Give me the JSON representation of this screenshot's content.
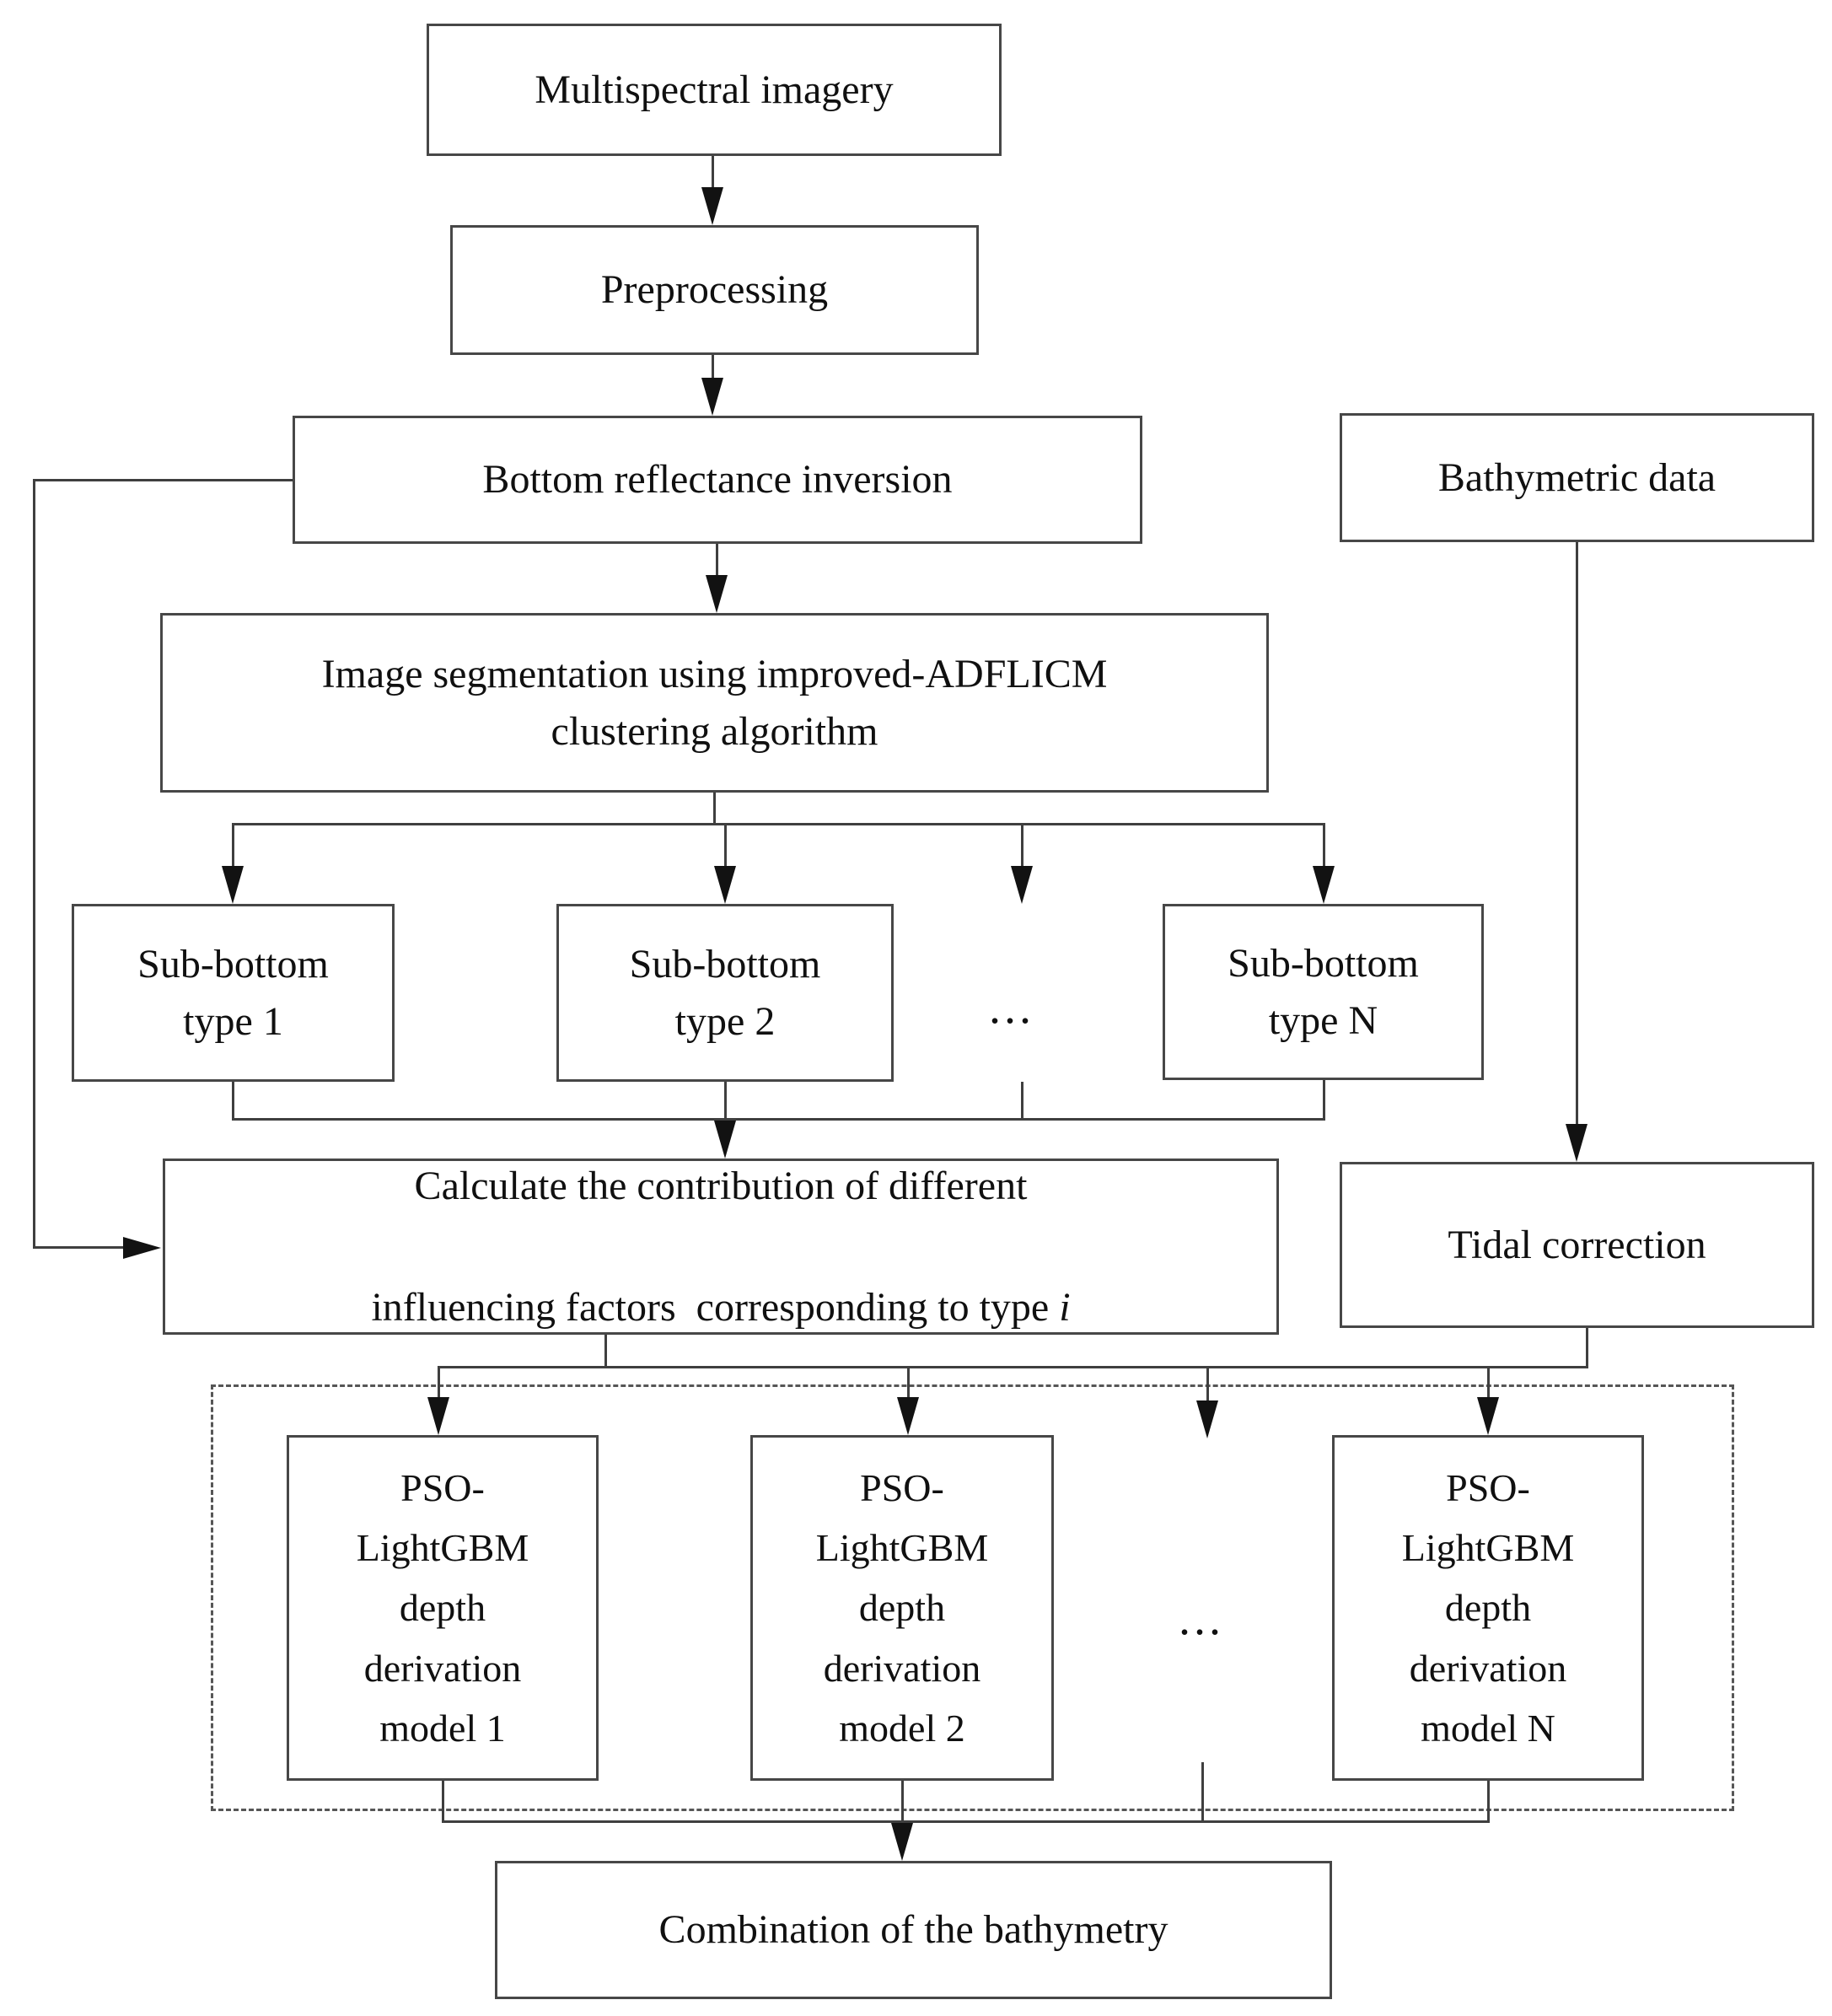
{
  "diagram_type": "flowchart",
  "nodes": {
    "multispectral": {
      "label": "Multispectral imagery"
    },
    "preprocessing": {
      "label": "Preprocessing"
    },
    "bottom_reflectance": {
      "label": "Bottom reflectance inversion"
    },
    "bathymetric_data": {
      "label": "Bathymetric data"
    },
    "segmentation": {
      "label": "Image segmentation using improved-ADFLICM\nclustering algorithm"
    },
    "sub_bottom_1": {
      "label": "Sub-bottom\ntype 1"
    },
    "sub_bottom_2": {
      "label": "Sub-bottom\ntype 2"
    },
    "sub_bottom_ellipsis": {
      "label": "..."
    },
    "sub_bottom_n": {
      "label": "Sub-bottom\ntype N"
    },
    "calculate": {
      "line1": "Calculate the contribution of different",
      "line2": "influencing factors  corresponding to type ",
      "line2_italic": "i"
    },
    "tidal_correction": {
      "label": "Tidal correction"
    },
    "model_1": {
      "label": "PSO-\nLightGBM\ndepth\nderivation\nmodel 1"
    },
    "model_2": {
      "label": "PSO-\nLightGBM\ndepth\nderivation\nmodel 2"
    },
    "model_ellipsis": {
      "label": "..."
    },
    "model_n": {
      "label": "PSO-\nLightGBM\ndepth\nderivation\nmodel N"
    },
    "combination": {
      "label": "Combination of the bathymetry"
    }
  },
  "colors": {
    "background": "#ffffff",
    "box_border": "#474747",
    "connector_line": "#3f3f3f",
    "arrowhead": "#121212",
    "dashed_border": "#565656",
    "text": "#101010"
  }
}
